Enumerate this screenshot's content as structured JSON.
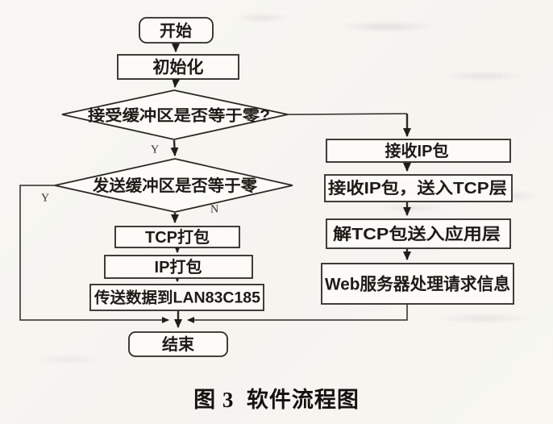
{
  "figure": {
    "caption": "图 3  软件流程图"
  },
  "flowchart": {
    "nodes": {
      "start": "开始",
      "init": "初始化",
      "decision_recv": "接受缓冲区是否等于零?",
      "decision_send": "发送缓冲区是否等于零",
      "tcp_pack": "TCP打包",
      "ip_pack": "IP打包",
      "send_lan": "传送数据到LAN83C185",
      "end": "结束",
      "recv_ip": "接收IP包",
      "recv_ip_tcp": "接收IP包，送入TCP层",
      "untcp_app": "解TCP包送入应用层",
      "web_handle": "Web服务器处理请求信息"
    },
    "labels": {
      "yes_recv": "Y",
      "yes_send": "Y",
      "no_send": "N"
    },
    "colors": {
      "stroke": "#2b2923",
      "paper": "#f7f6f1",
      "node_fill": "#fcfbf7"
    }
  }
}
